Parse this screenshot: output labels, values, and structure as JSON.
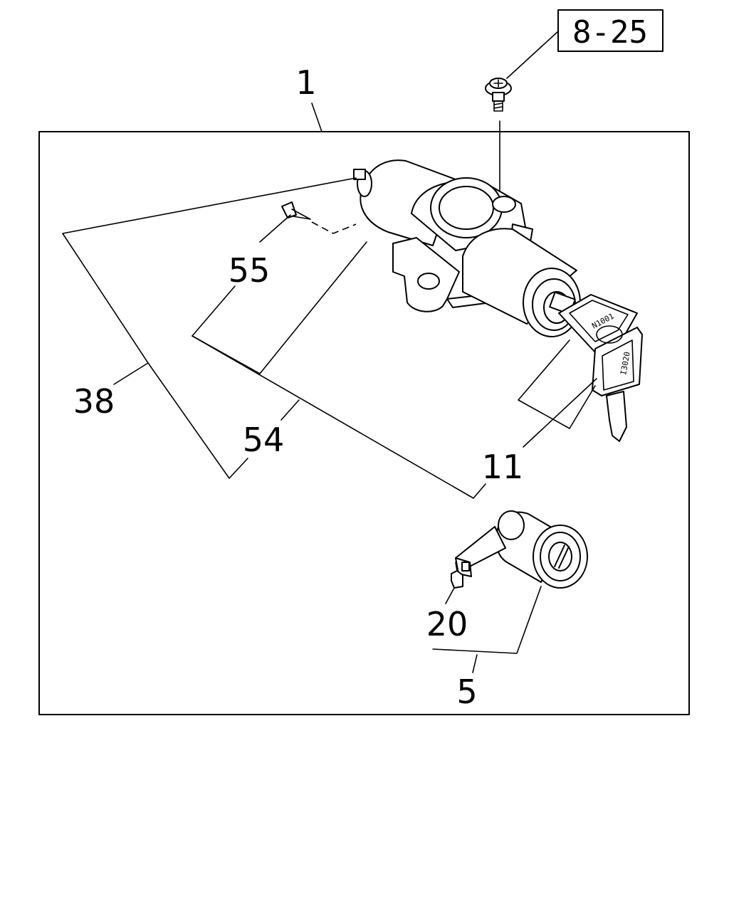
{
  "ref_box": {
    "text": "8-25"
  },
  "callouts": {
    "c1": "1",
    "c55": "55",
    "c38": "38",
    "c54": "54",
    "c11": "11",
    "c20": "20",
    "c5": "5"
  },
  "key_codes": {
    "key_a": "N1001",
    "key_b": "I3020"
  }
}
